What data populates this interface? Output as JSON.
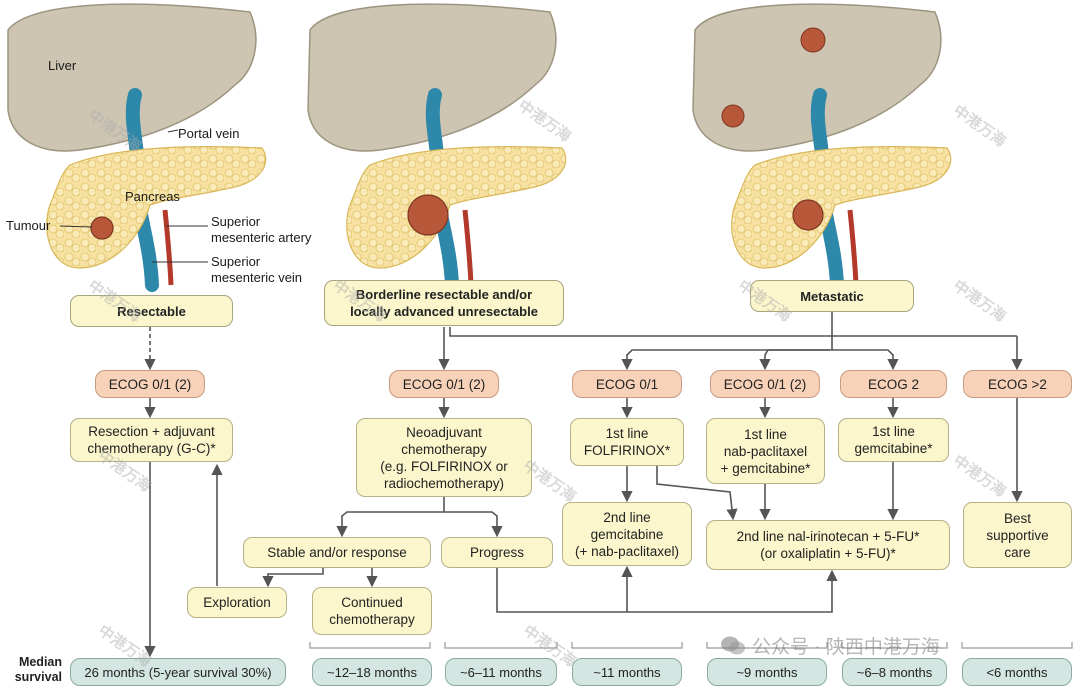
{
  "anatomy": {
    "liver": "Liver",
    "portal_vein": "Portal vein",
    "pancreas": "Pancreas",
    "tumour": "Tumour",
    "sma": "Superior\nmesenteric artery",
    "smv": "Superior\nmesenteric vein"
  },
  "stages": {
    "resectable": "Resectable",
    "borderline": "Borderline resectable and/or\nlocally advanced unresectable",
    "metastatic": "Metastatic"
  },
  "ecog": {
    "e1": "ECOG 0/1 (2)",
    "e2": "ECOG 0/1 (2)",
    "e3": "ECOG 0/1",
    "e4": "ECOG 0/1 (2)",
    "e5": "ECOG 2",
    "e6": "ECOG >2"
  },
  "treatments": {
    "resection": "Resection + adjuvant\nchemotherapy (G-C)*",
    "neoadjuvant": "Neoadjuvant\nchemotherapy\n(e.g. FOLFIRINOX or\nradiochemotherapy)",
    "folfirinox": "1st line\nFOLFIRINOX*",
    "nab_gem": "1st line\nnab-paclitaxel\n+ gemcitabine*",
    "gem": "1st line\ngemcitabine*",
    "stable": "Stable and/or response",
    "progress": "Progress",
    "exploration": "Exploration",
    "continued": "Continued\nchemotherapy",
    "second_gem": "2nd line\ngemcitabine\n(+ nab-paclitaxel)",
    "second_nal": "2nd  line nal-irinotecan + 5-FU*\n(or oxaliplatin + 5-FU)*",
    "best_care": "Best\nsupportive\ncare"
  },
  "survival": {
    "label": "Median\nsurvival",
    "s1": "26 months (5-year survival 30%)",
    "s2": "~12–18 months",
    "s3": "~6–11 months",
    "s4": "~11 months",
    "s5": "~9 months",
    "s6": "~6–8 months",
    "s7": "<6 months"
  },
  "watermark": "中港万海",
  "wechat": "公众号 · 陕西中港万海",
  "colors": {
    "stage_fill": "#fbf6cc",
    "ecog_fill": "#f7d2b8",
    "survival_fill": "#d3e6e2",
    "liver": "#cdc5b2",
    "pancreas": "#f6e1a0",
    "tumour": "#b8583a",
    "vein": "#2e88aa",
    "artery": "#b33a2a",
    "arrow": "#555555"
  }
}
